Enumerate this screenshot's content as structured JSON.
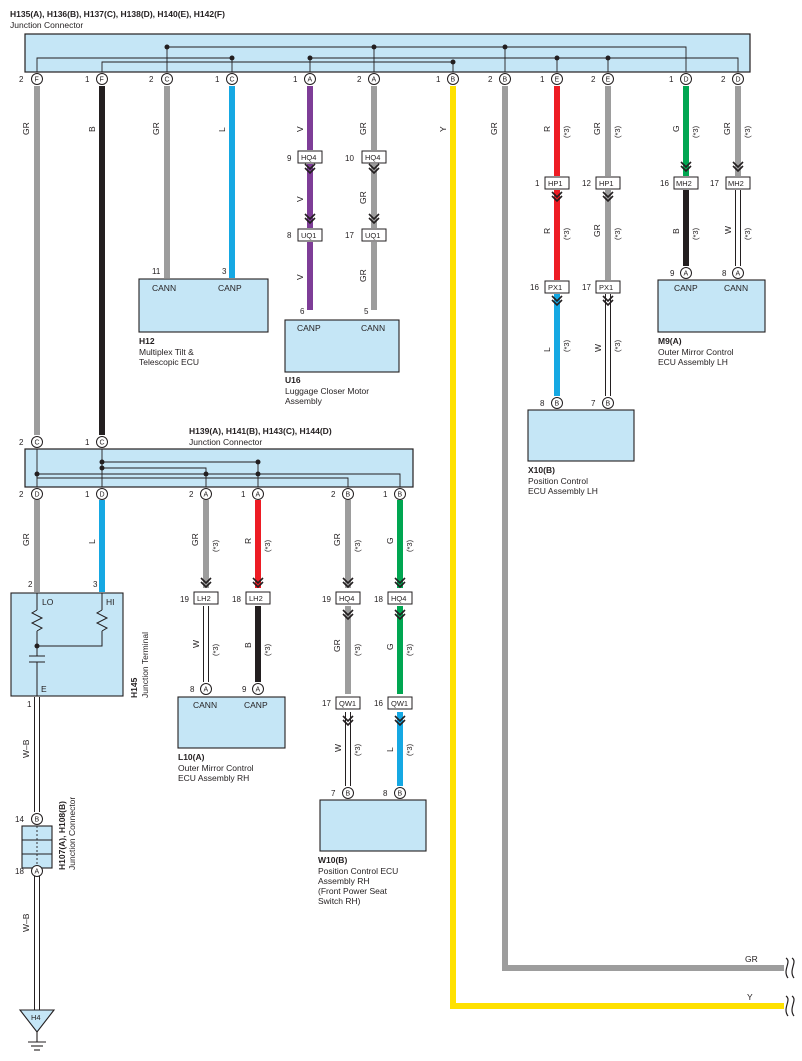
{
  "colors": {
    "GR": "#9d9d9d",
    "B": "#231f20",
    "L": "#15a8e3",
    "V": "#7e3d97",
    "Y": "#ffe100",
    "R": "#ed1c24",
    "G": "#00a651",
    "W": "#ffffff",
    "box_fill": "#c5e6f6"
  },
  "top_junction": {
    "title": "H135(A), H136(B), H137(C), H138(D), H140(E), H142(F)",
    "subtitle": "Junction Connector",
    "pins": [
      {
        "num": "2",
        "letter": "F"
      },
      {
        "num": "1",
        "letter": "F"
      },
      {
        "num": "2",
        "letter": "C"
      },
      {
        "num": "1",
        "letter": "C"
      },
      {
        "num": "1",
        "letter": "A"
      },
      {
        "num": "2",
        "letter": "A"
      },
      {
        "num": "1",
        "letter": "B"
      },
      {
        "num": "2",
        "letter": "B"
      },
      {
        "num": "1",
        "letter": "E"
      },
      {
        "num": "2",
        "letter": "E"
      },
      {
        "num": "1",
        "letter": "D"
      },
      {
        "num": "2",
        "letter": "D"
      }
    ]
  },
  "mid_junction": {
    "title": "H139(A), H141(B), H143(C), H144(D)",
    "subtitle": "Junction Connector",
    "top_pins": [
      {
        "num": "2",
        "letter": "C"
      },
      {
        "num": "1",
        "letter": "C"
      }
    ],
    "pins": [
      {
        "num": "2",
        "letter": "D"
      },
      {
        "num": "1",
        "letter": "D"
      },
      {
        "num": "2",
        "letter": "A"
      },
      {
        "num": "1",
        "letter": "A"
      },
      {
        "num": "2",
        "letter": "B"
      },
      {
        "num": "1",
        "letter": "B"
      }
    ]
  },
  "wire_labels": {
    "GR": "GR",
    "B": "B",
    "L": "L",
    "V": "V",
    "Y": "Y",
    "R": "R",
    "G": "G",
    "W": "W",
    "WB": "W–B",
    "note": "(*3)"
  },
  "connectors": {
    "hq4": "HQ4",
    "uq1": "UQ1",
    "hp1": "HP1",
    "px1": "PX1",
    "mh2": "MH2",
    "lh2": "LH2",
    "qw1": "QW1",
    "pins": {
      "n9": "9",
      "n10": "10",
      "n8": "8",
      "n17": "17",
      "n1": "1",
      "n12": "12",
      "n16": "16",
      "n19": "19",
      "n18": "18",
      "n7": "7",
      "n11": "11",
      "n3": "3",
      "n6": "6",
      "n5": "5",
      "n2": "2",
      "n14": "14"
    }
  },
  "components": {
    "h12": {
      "id": "H12",
      "name1": "Multiplex Tilt &",
      "name2": "Telescopic ECU",
      "pin_left": "CANN",
      "pin_right": "CANP"
    },
    "u16": {
      "id": "U16",
      "name1": "Luggage Closer Motor",
      "name2": "Assembly",
      "pin_left": "CANP",
      "pin_right": "CANN"
    },
    "m9": {
      "id": "M9(A)",
      "name1": "Outer Mirror Control",
      "name2": "ECU Assembly LH",
      "pin_left": "CANP",
      "pin_right": "CANN"
    },
    "x10": {
      "id": "X10(B)",
      "name1": "Position Control",
      "name2": "ECU Assembly LH"
    },
    "h145": {
      "id": "H145",
      "name": "Junction Terminal",
      "lo": "LO",
      "hi": "HI",
      "e": "E"
    },
    "l10": {
      "id": "L10(A)",
      "name1": "Outer Mirror Control",
      "name2": "ECU Assembly RH",
      "pin_left": "CANN",
      "pin_right": "CANP"
    },
    "w10": {
      "id": "W10(B)",
      "name1": "Position Control ECU",
      "name2": "Assembly RH",
      "name3": "(Front Power Seat",
      "name4": " Switch RH)"
    },
    "h107": {
      "id": "H107(A), H108(B)",
      "name": "Junction Connector",
      "pin_top": "B",
      "pin_bottom": "A"
    },
    "ground": {
      "id": "H4"
    }
  },
  "pin_letters": {
    "A": "A",
    "B": "B",
    "C": "C",
    "D": "D"
  }
}
